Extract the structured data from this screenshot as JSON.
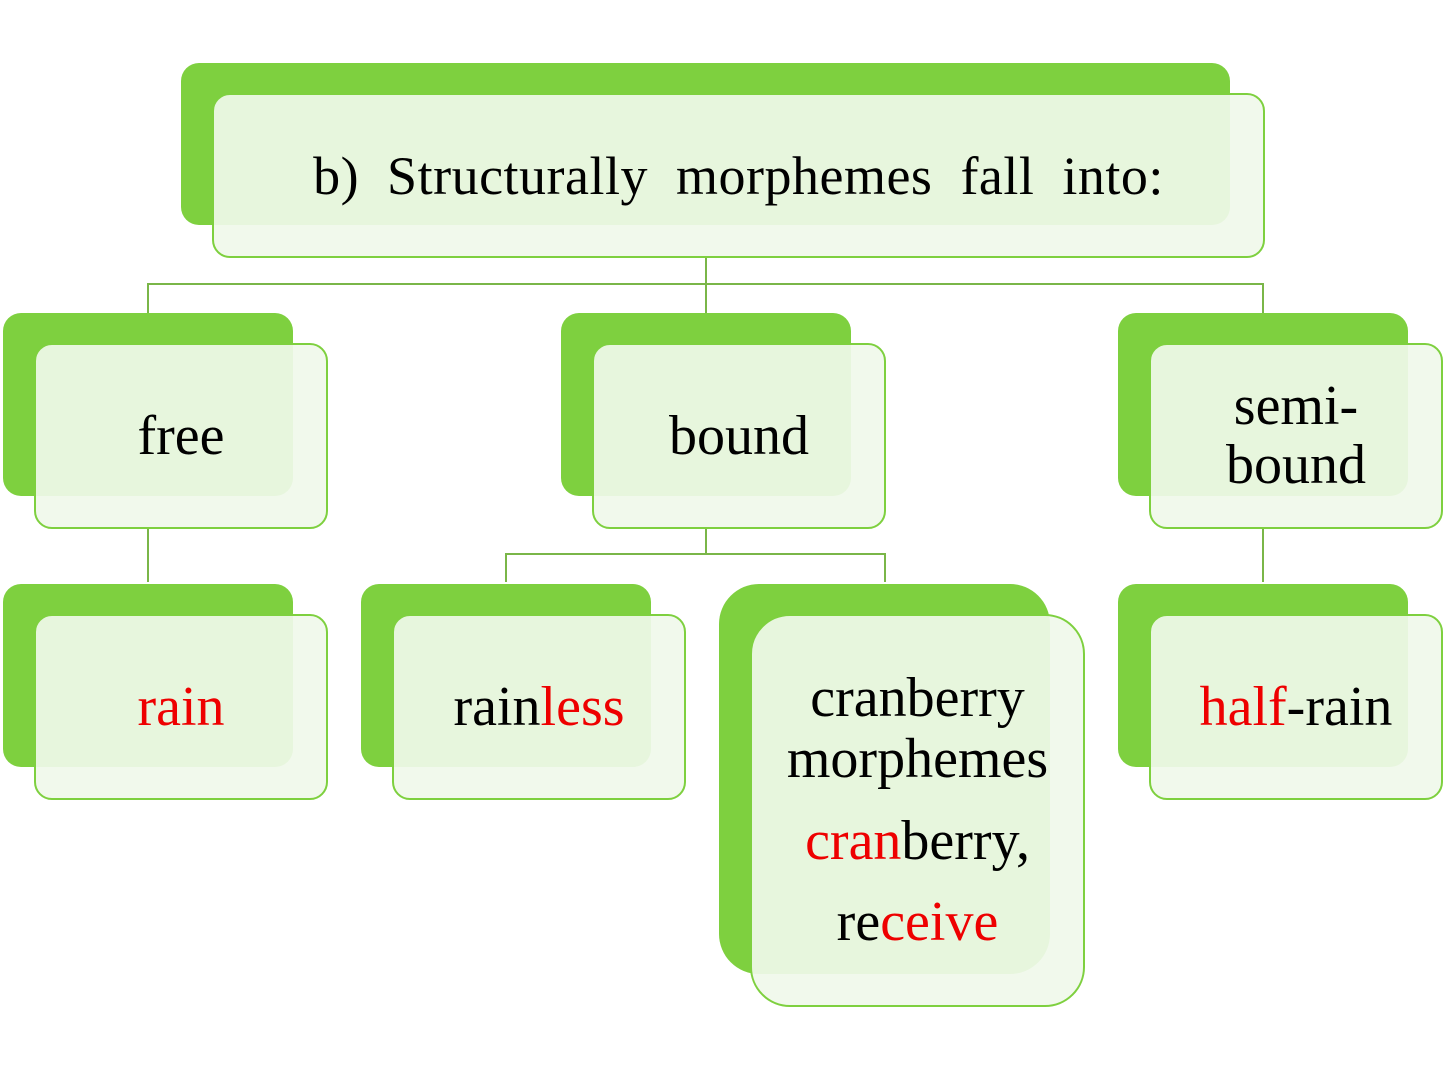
{
  "root": {
    "label": "b) Structurally morphemes fall into:"
  },
  "categories": [
    {
      "label": "free"
    },
    {
      "label": "bound"
    },
    {
      "line1": "semi-",
      "line2": "bound"
    }
  ],
  "examples": {
    "free": {
      "stem": "rain"
    },
    "bound_a": {
      "stem": "rain",
      "affix": "less"
    },
    "bound_b": {
      "line1": "cranberry",
      "line2": "morphemes",
      "ex1_red": "cran",
      "ex1_rest": "berry,",
      "ex2_rest": "re",
      "ex2_red": "ceive"
    },
    "semi": {
      "affix": "half",
      "stem": "-rain"
    }
  },
  "colors": {
    "accent": "#7ed03f",
    "fill": "#f0f8ea",
    "line": "#7ab648",
    "highlight": "#ee0000"
  }
}
